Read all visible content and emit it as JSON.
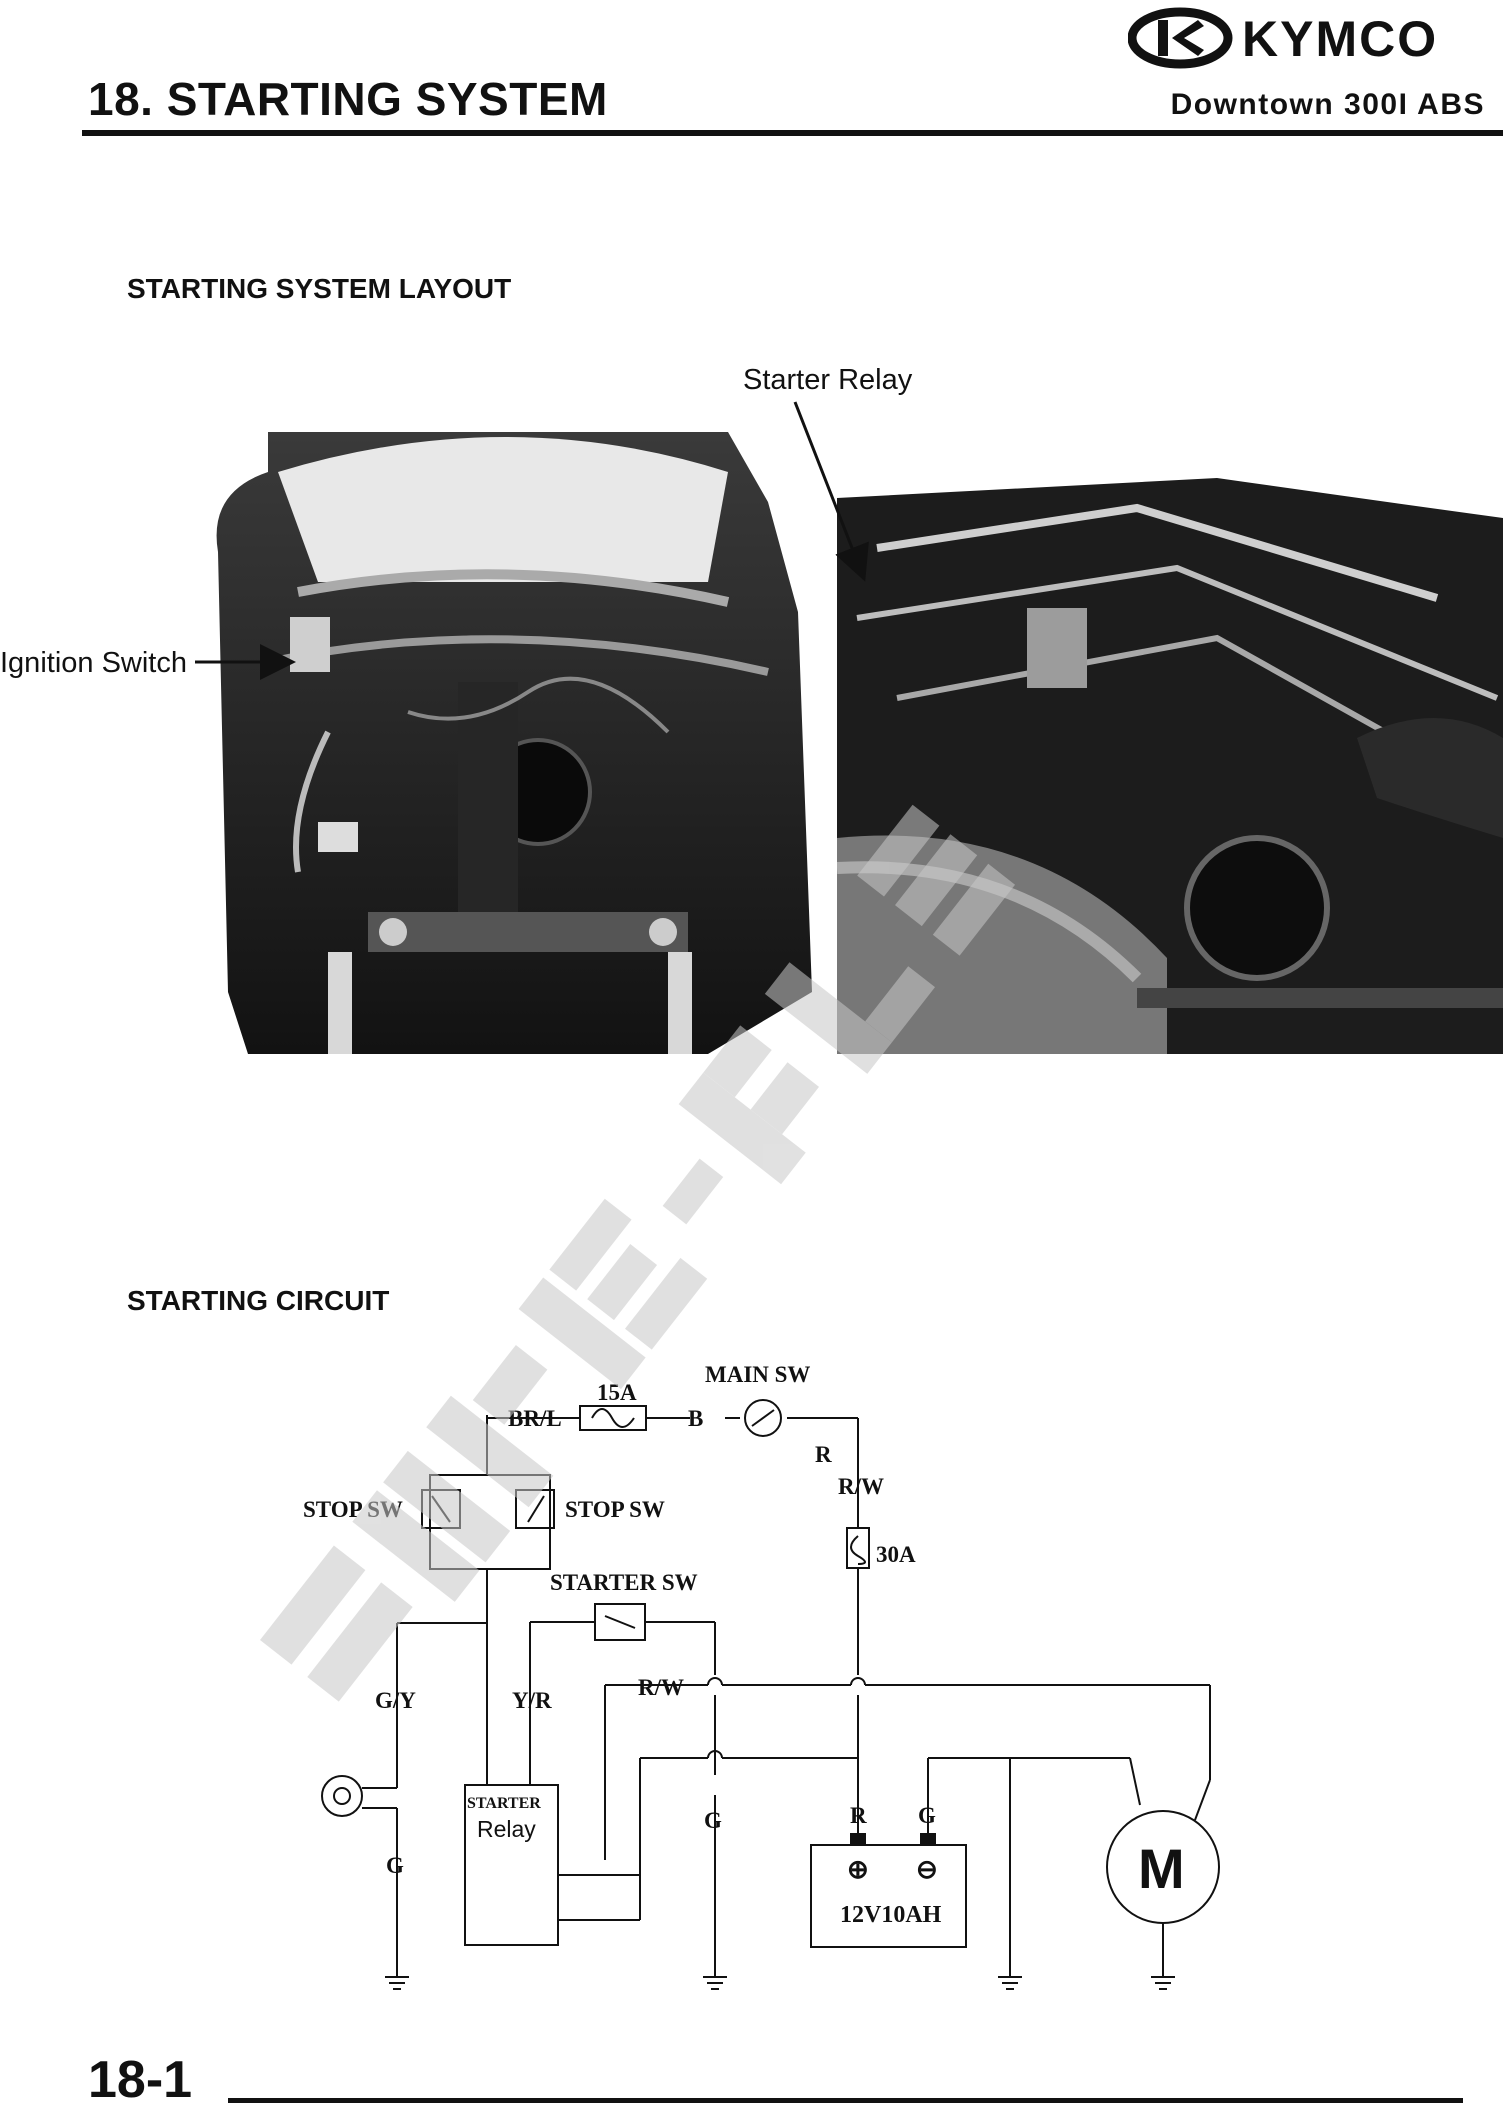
{
  "brand": {
    "name": "KYMCO"
  },
  "header": {
    "chapter_title": "18. STARTING SYSTEM",
    "model": "Downtown 300I ABS"
  },
  "layout_section": {
    "title": "STARTING SYSTEM LAYOUT",
    "callouts": {
      "starter_relay": "Starter Relay",
      "ignition_switch": "Ignition Switch"
    }
  },
  "circuit_section": {
    "title": "STARTING CIRCUIT",
    "labels": {
      "fuse_15a": "15A",
      "main_sw": "MAIN SW",
      "br_l": "BR/L",
      "b": "B",
      "r_top": "R",
      "r_w_top": "R/W",
      "fuse_30a": "30A",
      "stop_sw_left": "STOP SW",
      "stop_sw_right": "STOP SW",
      "starter_sw": "STARTER SW",
      "g_y": "G/Y",
      "y_r": "Y/R",
      "r_w_mid": "R/W",
      "g_left": "G",
      "g_mid": "G",
      "relay_line1": "STARTER",
      "relay_line2": "Relay",
      "batt_r": "R",
      "batt_g": "G",
      "battery_rating": "12V10AH",
      "motor": "M",
      "plus": "⊕",
      "minus": "⊖"
    }
  },
  "footer": {
    "page_number": "18-1"
  }
}
